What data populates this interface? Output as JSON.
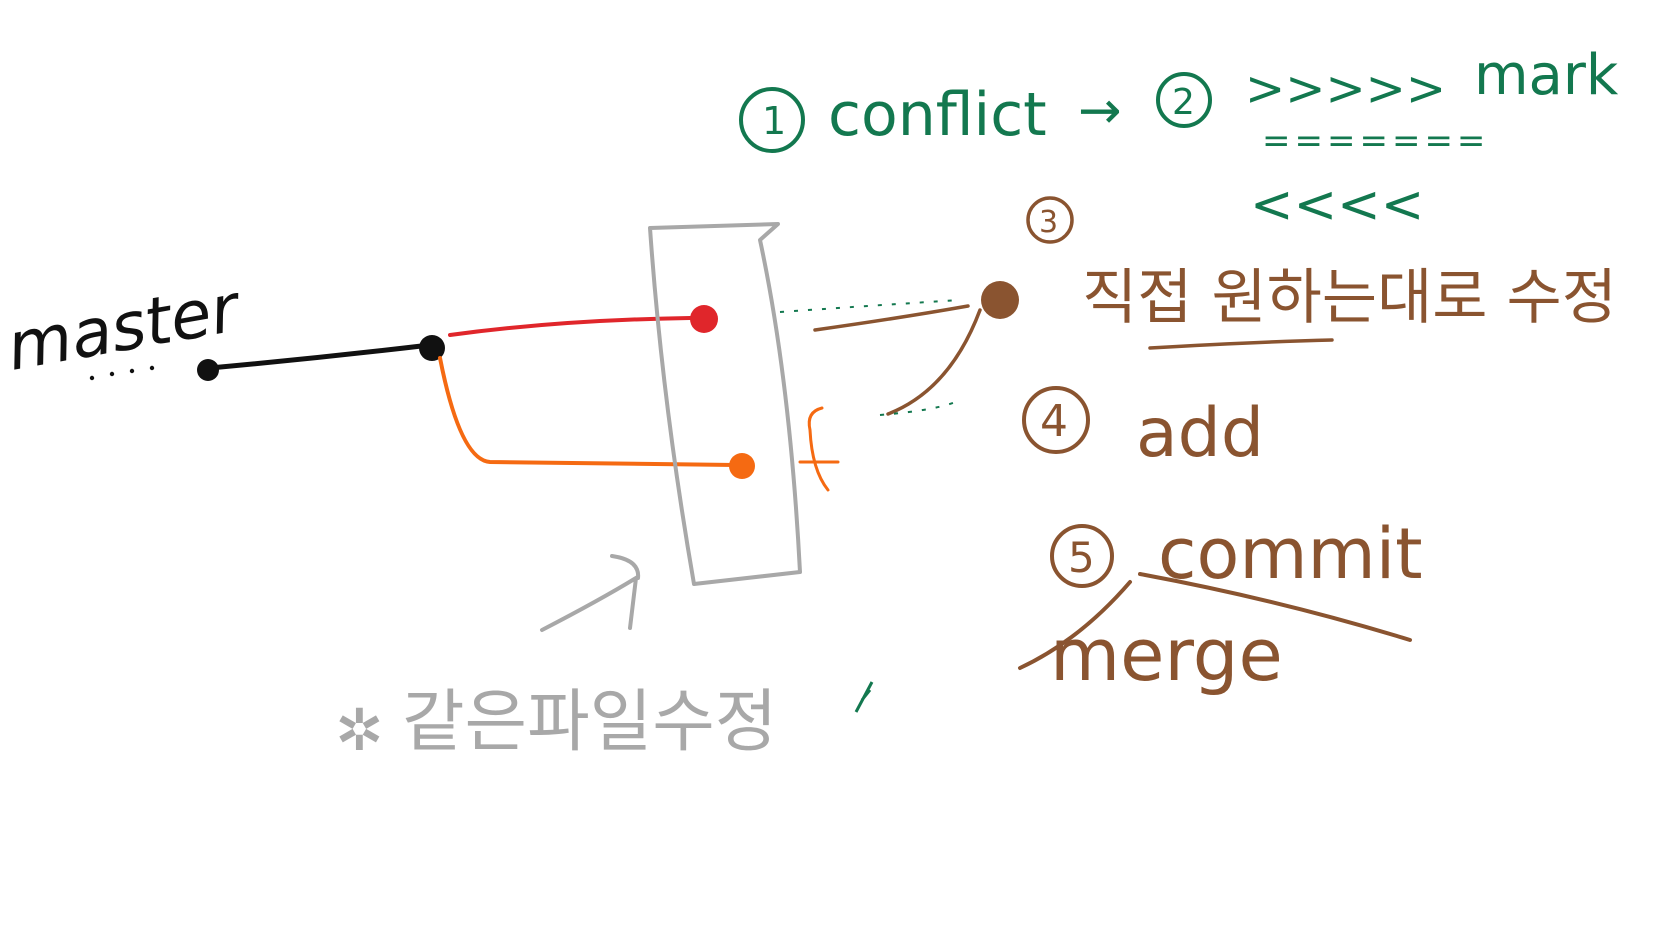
{
  "branches": {
    "master_label": "master"
  },
  "steps": {
    "step1_number": "1",
    "step1_text": "conflict",
    "arrow_text": "→",
    "step2_number": "2",
    "step2_markers_top": ">>>>>",
    "step2_separator": "=======",
    "step2_markers_bottom": "<<<<",
    "step2_mark": "mark",
    "step3_number": "3",
    "step3_text": "직접 원하는대로 수정",
    "step4_number": "4",
    "step4_text": "add",
    "step5_number": "5",
    "step5_text": "commit",
    "merge_text": "merge"
  },
  "note": {
    "text": "같은파일수정"
  },
  "colors": {
    "black": "#111111",
    "red": "#e0262b",
    "orange": "#f56a12",
    "green": "#13784f",
    "brown": "#8a5430",
    "gray": "#a8a8a8"
  }
}
